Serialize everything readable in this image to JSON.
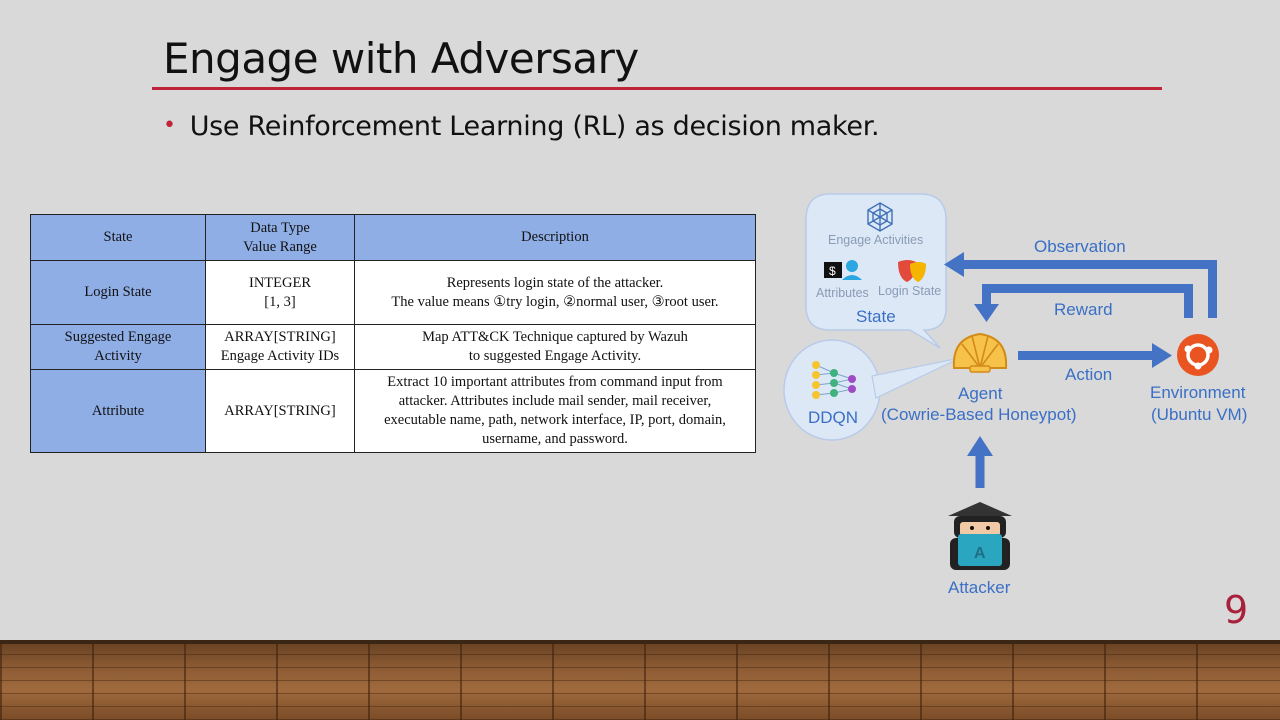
{
  "slide": {
    "title": "Engage with Adversary",
    "bullet": "Use Reinforcement Learning (RL) as decision maker.",
    "page_number": "9"
  },
  "table": {
    "headers": [
      "State",
      "Data Type",
      "Value Range",
      "Description"
    ],
    "rows": [
      {
        "state": "Login State",
        "type_line1": "INTEGER",
        "type_line2": "[1, 3]",
        "desc_line1": "Represents login state of the attacker.",
        "desc_line2": "The value means ①try login, ②normal user, ③root user."
      },
      {
        "state_line1": "Suggested Engage",
        "state_line2": "Activity",
        "type_line1": "ARRAY[STRING]",
        "type_line2": "Engage Activity IDs",
        "desc_line1": "Map ATT&CK Technique captured by Wazuh",
        "desc_line2": "to suggested Engage Activity."
      },
      {
        "state": "Attribute",
        "type_line1": "ARRAY[STRING]",
        "desc_line1": "Extract 10 important attributes from command input from",
        "desc_line2": "attacker. Attributes include mail sender, mail receiver,",
        "desc_line3": "executable name, path, network interface, IP, port, domain,",
        "desc_line4": "username, and password."
      }
    ]
  },
  "diagram": {
    "state_bubble": {
      "engage_activities": "Engage Activities",
      "attributes": "Attributes",
      "login_state": "Login State",
      "state": "State"
    },
    "ddqn": "DDQN",
    "agent_line1": "Agent",
    "agent_line2": "(Cowrie-Based Honeypot)",
    "environment_line1": "Environment",
    "environment_line2": "(Ubuntu VM)",
    "attacker": "Attacker",
    "attacker_badge": "A",
    "money_glyph": "$",
    "observation": "Observation",
    "reward": "Reward",
    "action": "Action",
    "colors": {
      "accent": "#4472c4",
      "label": "#3a6fc6",
      "ubuntu": "#e95420",
      "bubble": "#dde8f7"
    }
  }
}
